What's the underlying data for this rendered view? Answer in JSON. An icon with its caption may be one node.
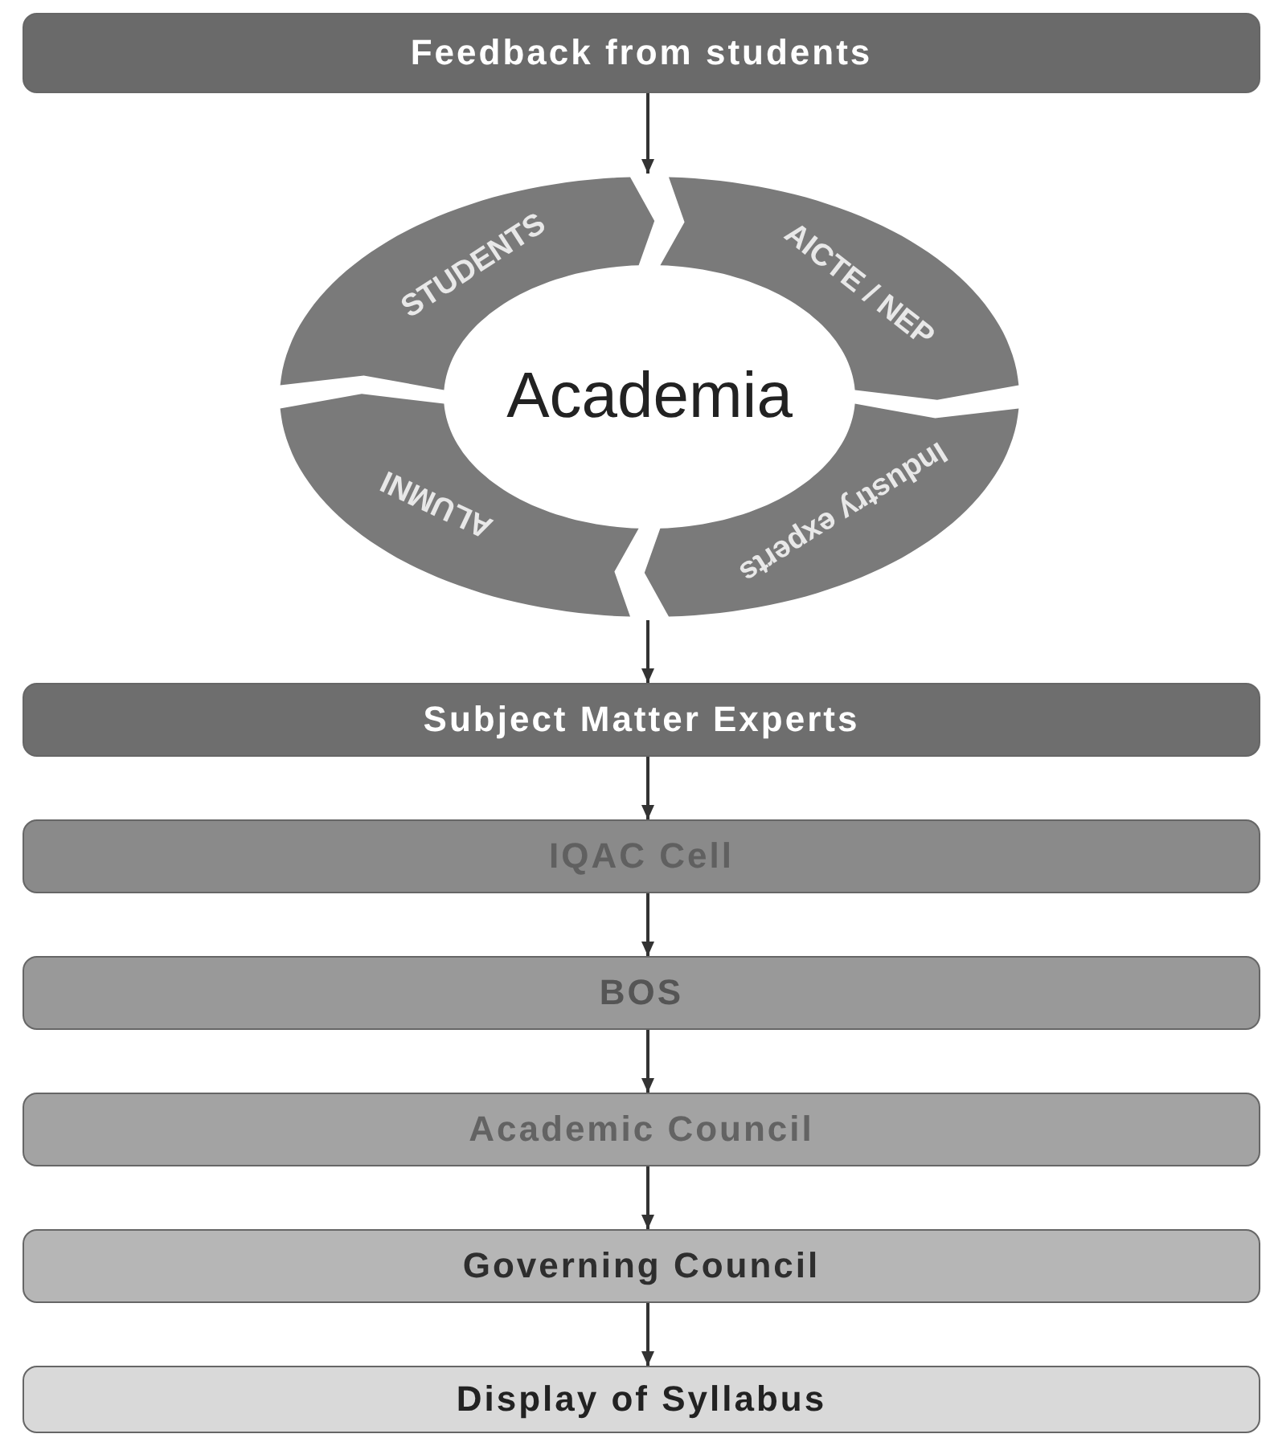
{
  "diagram": {
    "nodes": [
      {
        "text": [
          "Feedback from students"
        ]
      },
      {
        "text": [
          "Academia"
        ]
      },
      {
        "text": [
          "STUDENTS"
        ],
        "in": 1
      },
      {
        "text": [
          "AICTE / NEP"
        ],
        "in": 1
      },
      {
        "text": [
          "Industry experts"
        ],
        "in": 1
      },
      {
        "text": [
          "ALUMNI"
        ],
        "in": 1
      },
      {
        "text": [
          "Subject Matter Experts"
        ]
      },
      {
        "text": [
          "IQAC Cell"
        ]
      },
      {
        "text": [
          "BOS"
        ]
      },
      {
        "text": [
          "Academic Council"
        ]
      },
      {
        "text": [
          "Governing Council"
        ]
      },
      {
        "text": [
          "Display of Syllabus"
        ]
      }
    ],
    "edges": [
      {
        "from": 0,
        "to": 1,
        "arrow": "to"
      },
      {
        "from": 1,
        "to": 6,
        "arrow": "to"
      },
      {
        "from": 6,
        "to": 7,
        "arrow": "to"
      },
      {
        "from": 7,
        "to": 8,
        "arrow": "to"
      },
      {
        "from": 8,
        "to": 9,
        "arrow": "to"
      },
      {
        "from": 9,
        "to": 10,
        "arrow": "to"
      },
      {
        "from": 10,
        "to": 11,
        "arrow": "to"
      }
    ]
  }
}
